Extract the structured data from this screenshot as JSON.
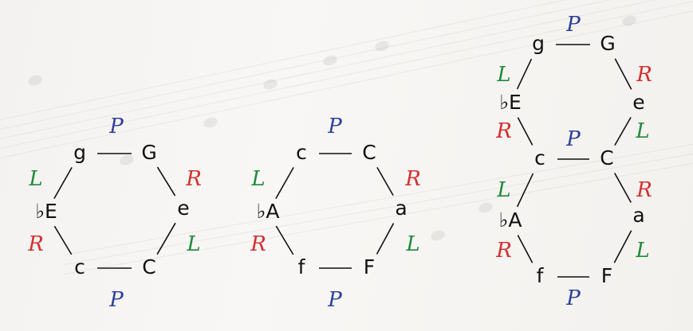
{
  "colors": {
    "P": "#2b3f9a",
    "L": "#1f8a3a",
    "R": "#d32f2f",
    "node": "#111111",
    "edge": "#111111"
  },
  "hexagons": [
    {
      "id": "hex-1",
      "nodes": [
        {
          "id": "n1",
          "label": "g"
        },
        {
          "id": "n2",
          "label": "G"
        },
        {
          "id": "n3",
          "label": "e"
        },
        {
          "id": "n4",
          "label": "C"
        },
        {
          "id": "n5",
          "label": "c"
        },
        {
          "id": "n6",
          "label": "♭E"
        }
      ],
      "edges": [
        {
          "from": "n1",
          "to": "n2",
          "label": "P"
        },
        {
          "from": "n2",
          "to": "n3",
          "label": "R"
        },
        {
          "from": "n3",
          "to": "n4",
          "label": "L"
        },
        {
          "from": "n4",
          "to": "n5",
          "label": "P"
        },
        {
          "from": "n5",
          "to": "n6",
          "label": "R"
        },
        {
          "from": "n6",
          "to": "n1",
          "label": "L"
        }
      ]
    },
    {
      "id": "hex-2",
      "nodes": [
        {
          "id": "n1",
          "label": "c"
        },
        {
          "id": "n2",
          "label": "C"
        },
        {
          "id": "n3",
          "label": "a"
        },
        {
          "id": "n4",
          "label": "F"
        },
        {
          "id": "n5",
          "label": "f"
        },
        {
          "id": "n6",
          "label": "♭A"
        }
      ],
      "edges": [
        {
          "from": "n1",
          "to": "n2",
          "label": "P"
        },
        {
          "from": "n2",
          "to": "n3",
          "label": "R"
        },
        {
          "from": "n3",
          "to": "n4",
          "label": "L"
        },
        {
          "from": "n4",
          "to": "n5",
          "label": "P"
        },
        {
          "from": "n5",
          "to": "n6",
          "label": "R"
        },
        {
          "from": "n6",
          "to": "n1",
          "label": "L"
        }
      ]
    },
    {
      "id": "hex-3",
      "nodes": [
        {
          "id": "n1",
          "label": "g"
        },
        {
          "id": "n2",
          "label": "G"
        },
        {
          "id": "n3",
          "label": "e"
        },
        {
          "id": "n4",
          "label": "C"
        },
        {
          "id": "n5",
          "label": "c"
        },
        {
          "id": "n6",
          "label": "♭E"
        },
        {
          "id": "n7",
          "label": "a"
        },
        {
          "id": "n8",
          "label": "F"
        },
        {
          "id": "n9",
          "label": "f"
        },
        {
          "id": "n10",
          "label": "♭A"
        }
      ],
      "edges": [
        {
          "from": "n1",
          "to": "n2",
          "label": "P"
        },
        {
          "from": "n2",
          "to": "n3",
          "label": "R"
        },
        {
          "from": "n3",
          "to": "n4",
          "label": "L"
        },
        {
          "from": "n5",
          "to": "n4",
          "label": "P"
        },
        {
          "from": "n6",
          "to": "n5",
          "label": "R"
        },
        {
          "from": "n1",
          "to": "n6",
          "label": "L"
        },
        {
          "from": "n4",
          "to": "n7",
          "label": "R"
        },
        {
          "from": "n7",
          "to": "n8",
          "label": "L"
        },
        {
          "from": "n9",
          "to": "n8",
          "label": "P"
        },
        {
          "from": "n10",
          "to": "n9",
          "label": "R"
        },
        {
          "from": "n5",
          "to": "n10",
          "label": "L"
        }
      ]
    }
  ]
}
